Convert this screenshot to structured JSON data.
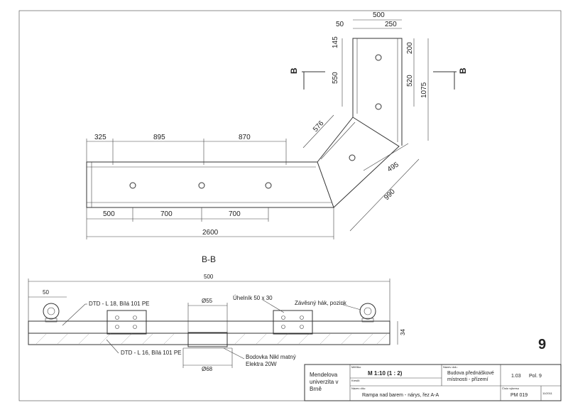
{
  "plan": {
    "dims": {
      "d500_top": "500",
      "d50_top": "50",
      "d250_top": "250",
      "d145": "145",
      "d550": "550",
      "d200": "200",
      "d520": "520",
      "d1075": "1075",
      "d576": "576",
      "d495": "495",
      "d990": "990",
      "d325": "325",
      "d895": "895",
      "d870": "870",
      "d500_bottom": "500",
      "d700_a": "700",
      "d700_b": "700",
      "d2600": "2600"
    },
    "cut_marker": "B"
  },
  "section": {
    "title": "B-B",
    "dims": {
      "d500": "500",
      "d50": "50",
      "d34": "34",
      "phi55": "Ø55",
      "phi68": "Ø68"
    },
    "labels": {
      "dtd_top": "DTD - L 18, Bílá 101 PE",
      "dtd_bottom": "DTD - L 16, Bílá 101 PE",
      "angle": "Úhelník 50 x 30",
      "hook": "Závěsný hák, pozink",
      "lamp_line1": "Bodovka Nikl matný",
      "lamp_line2": "Elektra 20W"
    }
  },
  "sheet_number": "9",
  "title_block": {
    "institution_line1": "Mendelova",
    "institution_line2": "univerzita v",
    "institution_line3": "Brně",
    "scale_label": "Měřítko",
    "scale_value": "M   1:10  (1 : 2)",
    "drawn_label": "Kreslil:",
    "part_name_label": "Název dílu:",
    "part_name": "Rampa nad barem - nárys, řez A-A",
    "project_label": "Název dok.:",
    "project_line1": "Budova přednáškové",
    "project_line2": "místnosti - přízemí",
    "pos_code": "1.03",
    "pos": "Pol. 9",
    "drawing_no_label": "Číslo výkresu",
    "drawing_no": "PM 019",
    "date": "11/2011"
  }
}
